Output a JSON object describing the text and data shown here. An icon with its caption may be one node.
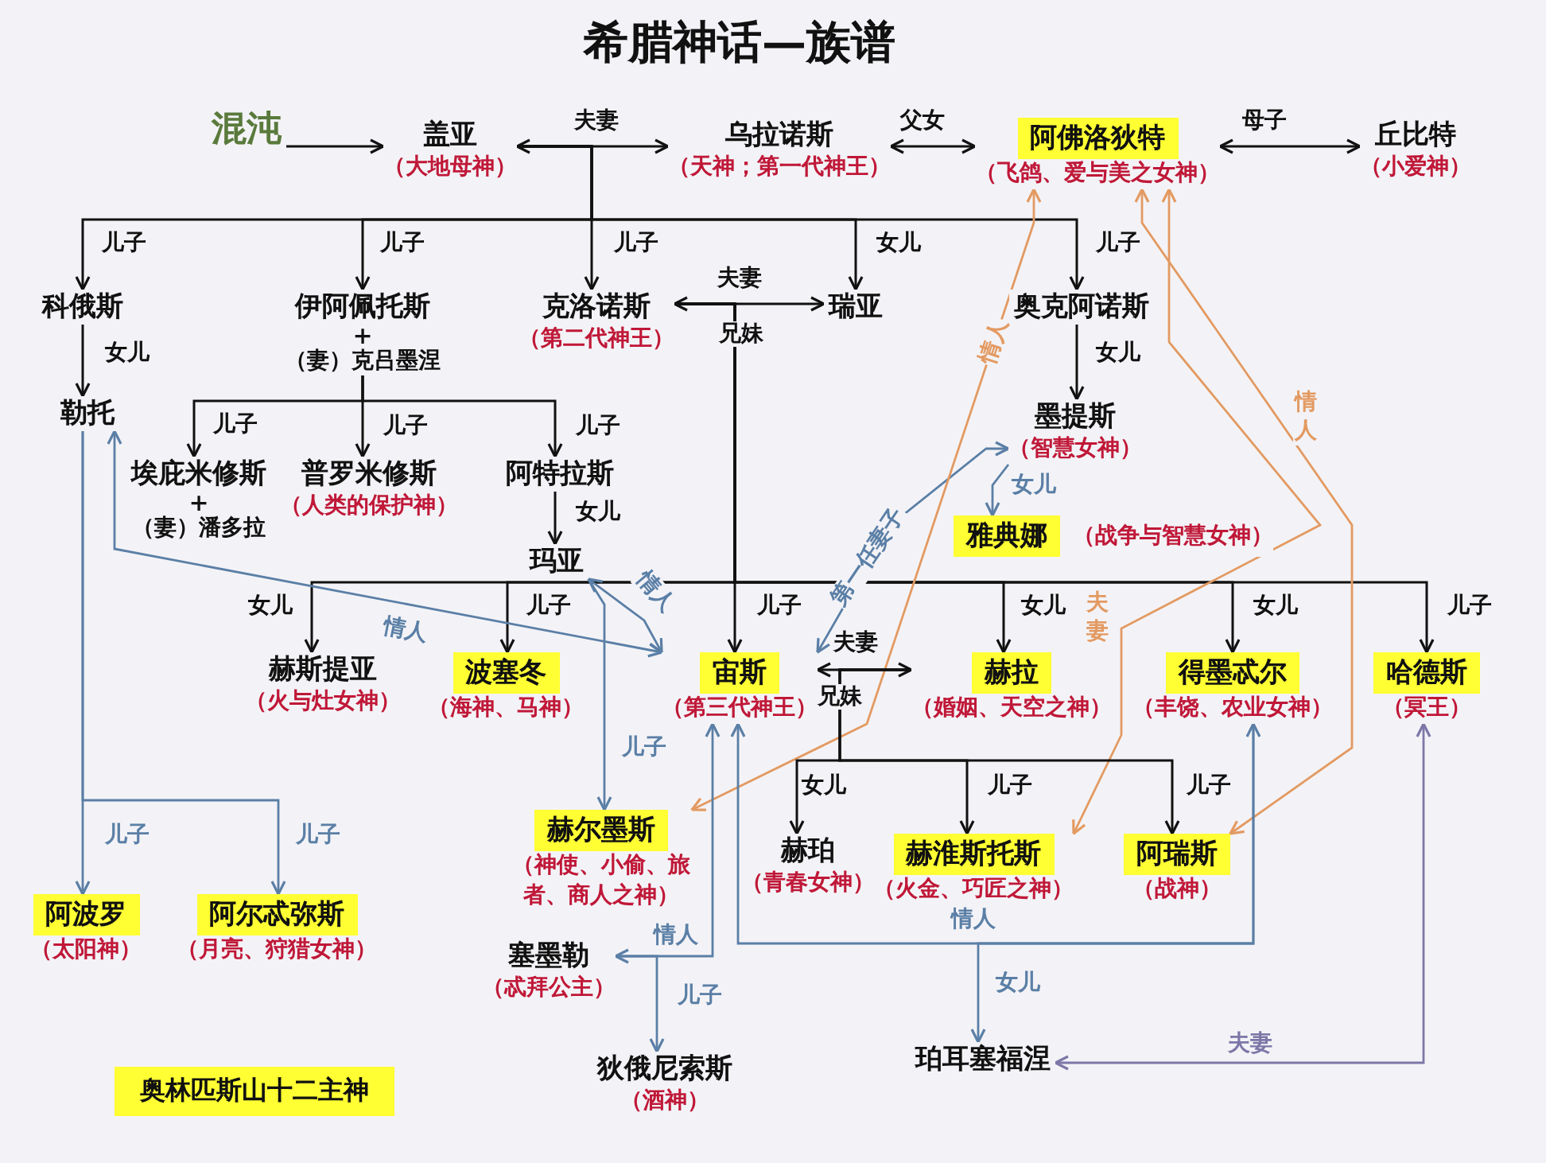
{
  "diagram": {
    "title": "希腊神话—族谱",
    "nodes": [
      {
        "text": [
          "混沌"
        ]
      },
      {
        "text": [
          "盖亚",
          "（大地母神）"
        ]
      },
      {
        "text": [
          "乌拉诺斯",
          "（天神；第一代神王）"
        ]
      },
      {
        "text": [
          "阿佛洛狄特",
          "（飞鸽、爱与美之女神）"
        ]
      },
      {
        "text": [
          "丘比特",
          "（小爱神）"
        ]
      },
      {
        "text": [
          "科俄斯"
        ]
      },
      {
        "text": [
          "伊阿佩托斯",
          "+",
          "（妻）克吕墨涅"
        ]
      },
      {
        "text": [
          "克洛诺斯",
          "（第二代神王）"
        ]
      },
      {
        "text": [
          "瑞亚"
        ]
      },
      {
        "text": [
          "奥克阿诺斯"
        ]
      },
      {
        "text": [
          "勒托"
        ]
      },
      {
        "text": [
          "埃庇米修斯",
          "+",
          "（妻）潘多拉"
        ]
      },
      {
        "text": [
          "普罗米修斯",
          "（人类的保护神）"
        ]
      },
      {
        "text": [
          "阿特拉斯"
        ]
      },
      {
        "text": [
          "墨提斯",
          "（智慧女神）"
        ]
      },
      {
        "text": [
          "雅典娜",
          "（战争与智慧女神）"
        ]
      },
      {
        "text": [
          "玛亚"
        ]
      },
      {
        "text": [
          "赫斯提亚",
          "（火与灶女神）"
        ]
      },
      {
        "text": [
          "波塞冬",
          "（海神、马神）"
        ]
      },
      {
        "text": [
          "宙斯",
          "（第三代神王）"
        ]
      },
      {
        "text": [
          "赫拉",
          "（婚姻、天空之神）"
        ]
      },
      {
        "text": [
          "得墨忒尔",
          "（丰饶、农业女神）"
        ]
      },
      {
        "text": [
          "哈德斯",
          "（冥王）"
        ]
      },
      {
        "text": [
          "赫尔墨斯",
          "（神使、小偷、旅者、商人之神）"
        ]
      },
      {
        "text": [
          "赫珀",
          "（青春女神）"
        ]
      },
      {
        "text": [
          "赫淮斯托斯",
          "（火金、巧匠之神）"
        ]
      },
      {
        "text": [
          "阿瑞斯",
          "（战神）"
        ]
      },
      {
        "text": [
          "阿波罗",
          "（太阳神）"
        ]
      },
      {
        "text": [
          "阿尔忒弥斯",
          "（月亮、狩猎女神）"
        ]
      },
      {
        "text": [
          "塞墨勒",
          "（忒拜公主）"
        ]
      },
      {
        "text": [
          "狄俄尼索斯",
          "（酒神）"
        ]
      },
      {
        "text": [
          "珀耳塞福涅"
        ]
      }
    ],
    "edges": [
      {
        "from": 0,
        "to": 1,
        "arrow": "to"
      },
      {
        "from": 1,
        "to": 2,
        "arrow": "both",
        "label": "夫妻"
      },
      {
        "from": 1,
        "to": 5,
        "arrow": "to",
        "label": "儿子"
      },
      {
        "from": 1,
        "to": 6,
        "arrow": "to",
        "label": "儿子"
      },
      {
        "from": 1,
        "to": 7,
        "arrow": "to",
        "label": "儿子"
      },
      {
        "from": 1,
        "to": 8,
        "arrow": "to",
        "label": "女儿"
      },
      {
        "from": 1,
        "to": 9,
        "arrow": "to",
        "label": "儿子"
      },
      {
        "from": 2,
        "to": 3,
        "arrow": "both",
        "label": "父女"
      },
      {
        "from": 3,
        "to": 4,
        "arrow": "both",
        "label": "母子"
      },
      {
        "from": 7,
        "to": 8,
        "arrow": "both",
        "label": "夫妻"
      },
      {
        "from": 5,
        "to": 10,
        "arrow": "to",
        "label": "女儿"
      },
      {
        "from": 6,
        "to": 11,
        "arrow": "to",
        "label": "儿子"
      },
      {
        "from": 6,
        "to": 12,
        "arrow": "to",
        "label": "儿子"
      },
      {
        "from": 6,
        "to": 13,
        "arrow": "to",
        "label": "儿子"
      },
      {
        "from": 9,
        "to": 14,
        "arrow": "to",
        "label": "女儿"
      },
      {
        "from": 14,
        "to": 15,
        "arrow": "to",
        "label": "女儿",
        "color": "#5b7fa6"
      },
      {
        "from": 13,
        "to": 16,
        "arrow": "to",
        "label": "女儿"
      },
      {
        "from": 7,
        "to": 17,
        "arrow": "to",
        "label": "女儿"
      },
      {
        "from": 7,
        "to": 18,
        "arrow": "to",
        "label": "儿子"
      },
      {
        "from": 7,
        "to": 19,
        "arrow": "to",
        "label": "儿子"
      },
      {
        "from": 7,
        "to": 20,
        "arrow": "to",
        "label": "女儿"
      },
      {
        "from": 7,
        "to": 21,
        "arrow": "to",
        "label": "女儿"
      },
      {
        "from": 7,
        "to": 22,
        "arrow": "to",
        "label": "儿子"
      },
      {
        "from": 10,
        "to": 19,
        "arrow": "both",
        "label": "情人",
        "color": "#5b7fa6"
      },
      {
        "from": 16,
        "to": 19,
        "arrow": "both",
        "label": "情人",
        "color": "#5b7fa6"
      },
      {
        "from": 14,
        "to": 19,
        "arrow": "both",
        "label": "第一任妻子",
        "color": "#5b7fa6"
      },
      {
        "from": 3,
        "to": 23,
        "arrow": "both",
        "label": "情人",
        "color": "#e39a62"
      },
      {
        "from": 3,
        "to": 25,
        "arrow": "both",
        "label": "夫妻",
        "color": "#e39a62"
      },
      {
        "from": 3,
        "to": 26,
        "arrow": "both",
        "label": "情人",
        "color": "#e39a62"
      },
      {
        "from": 16,
        "to": 23,
        "arrow": "to",
        "label": "儿子",
        "color": "#5b7fa6"
      },
      {
        "from": 10,
        "to": 27,
        "arrow": "to",
        "label": "儿子",
        "color": "#5b7fa6"
      },
      {
        "from": 10,
        "to": 28,
        "arrow": "to",
        "label": "儿子",
        "color": "#5b7fa6"
      },
      {
        "from": 19,
        "to": 20,
        "arrow": "both",
        "label": "夫妻"
      },
      {
        "from": 20,
        "to": 24,
        "arrow": "to",
        "label": "女儿"
      },
      {
        "from": 20,
        "to": 25,
        "arrow": "to",
        "label": "儿子"
      },
      {
        "from": 20,
        "to": 26,
        "arrow": "to",
        "label": "儿子"
      },
      {
        "from": 19,
        "to": 29,
        "arrow": "both",
        "label": "情人",
        "color": "#5b7fa6"
      },
      {
        "from": 29,
        "to": 30,
        "arrow": "to",
        "label": "儿子",
        "color": "#5b7fa6"
      },
      {
        "from": 19,
        "to": 21,
        "arrow": "both",
        "label": "情人",
        "color": "#5b7fa6"
      },
      {
        "from": 21,
        "to": 31,
        "arrow": "to",
        "label": "女儿",
        "color": "#5b7fa6"
      },
      {
        "from": 22,
        "to": 31,
        "arrow": "both",
        "label": "夫妻",
        "color": "#7d77a8"
      }
    ],
    "labels": [
      "兄妹",
      "兄妹"
    ],
    "legend": [
      {
        "text": "奥林匹斯山十二主神",
        "color": "#ffff33"
      }
    ]
  }
}
